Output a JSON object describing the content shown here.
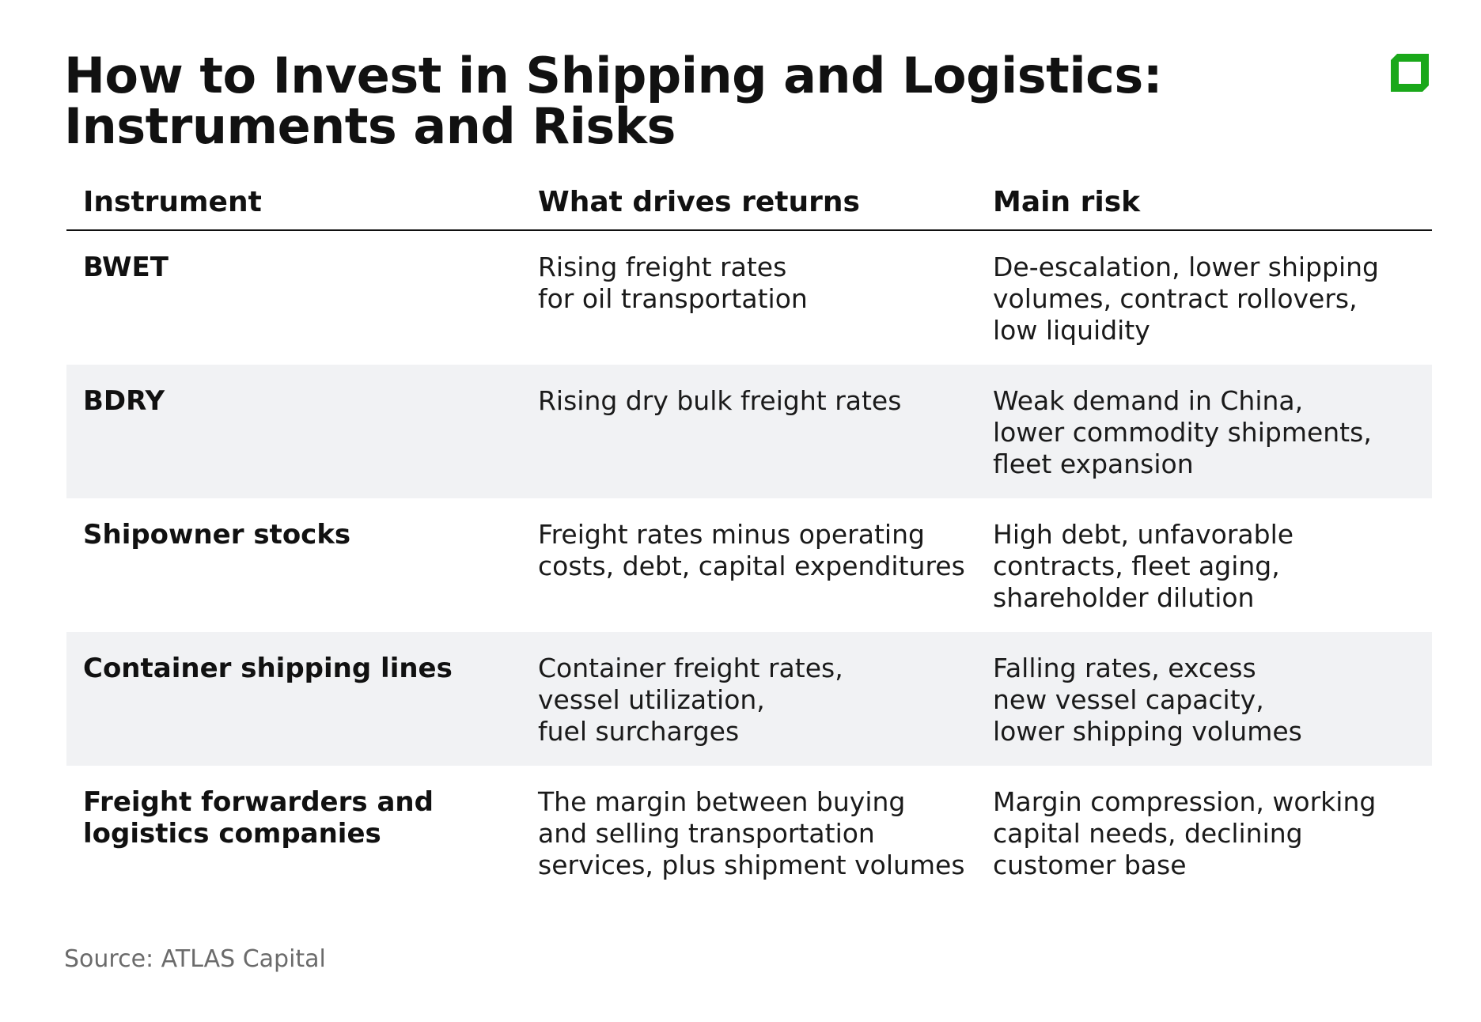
{
  "title": "How to Invest in Shipping and Logistics: Instruments and Risks",
  "brand_color": "#1aa81a",
  "table": {
    "headers": [
      "Instrument",
      "What drives returns",
      "Main risk"
    ],
    "rows": [
      {
        "instrument": "BWET",
        "drivers": "Rising freight rates\nfor oil transportation",
        "risk": "De-escalation, lower shipping\nvolumes, contract rollovers,\nlow liquidity"
      },
      {
        "instrument": "BDRY",
        "drivers": "Rising dry bulk freight rates",
        "risk": "Weak demand in China,\nlower commodity shipments,\nfleet expansion"
      },
      {
        "instrument": "Shipowner stocks",
        "drivers": "Freight rates minus operating\ncosts, debt, capital expenditures",
        "risk": "High debt, unfavorable\ncontracts, fleet aging,\nshareholder dilution"
      },
      {
        "instrument": "Container shipping lines",
        "drivers": "Container freight rates,\nvessel utilization,\nfuel surcharges",
        "risk": "Falling rates, excess\nnew vessel capacity,\nlower shipping volumes"
      },
      {
        "instrument": "Freight forwarders and\nlogistics companies",
        "drivers": "The margin between buying\nand selling transportation\nservices, plus shipment volumes",
        "risk": "Margin compression, working\ncapital needs, declining\ncustomer base"
      }
    ]
  },
  "source": "Source: ATLAS Capital"
}
